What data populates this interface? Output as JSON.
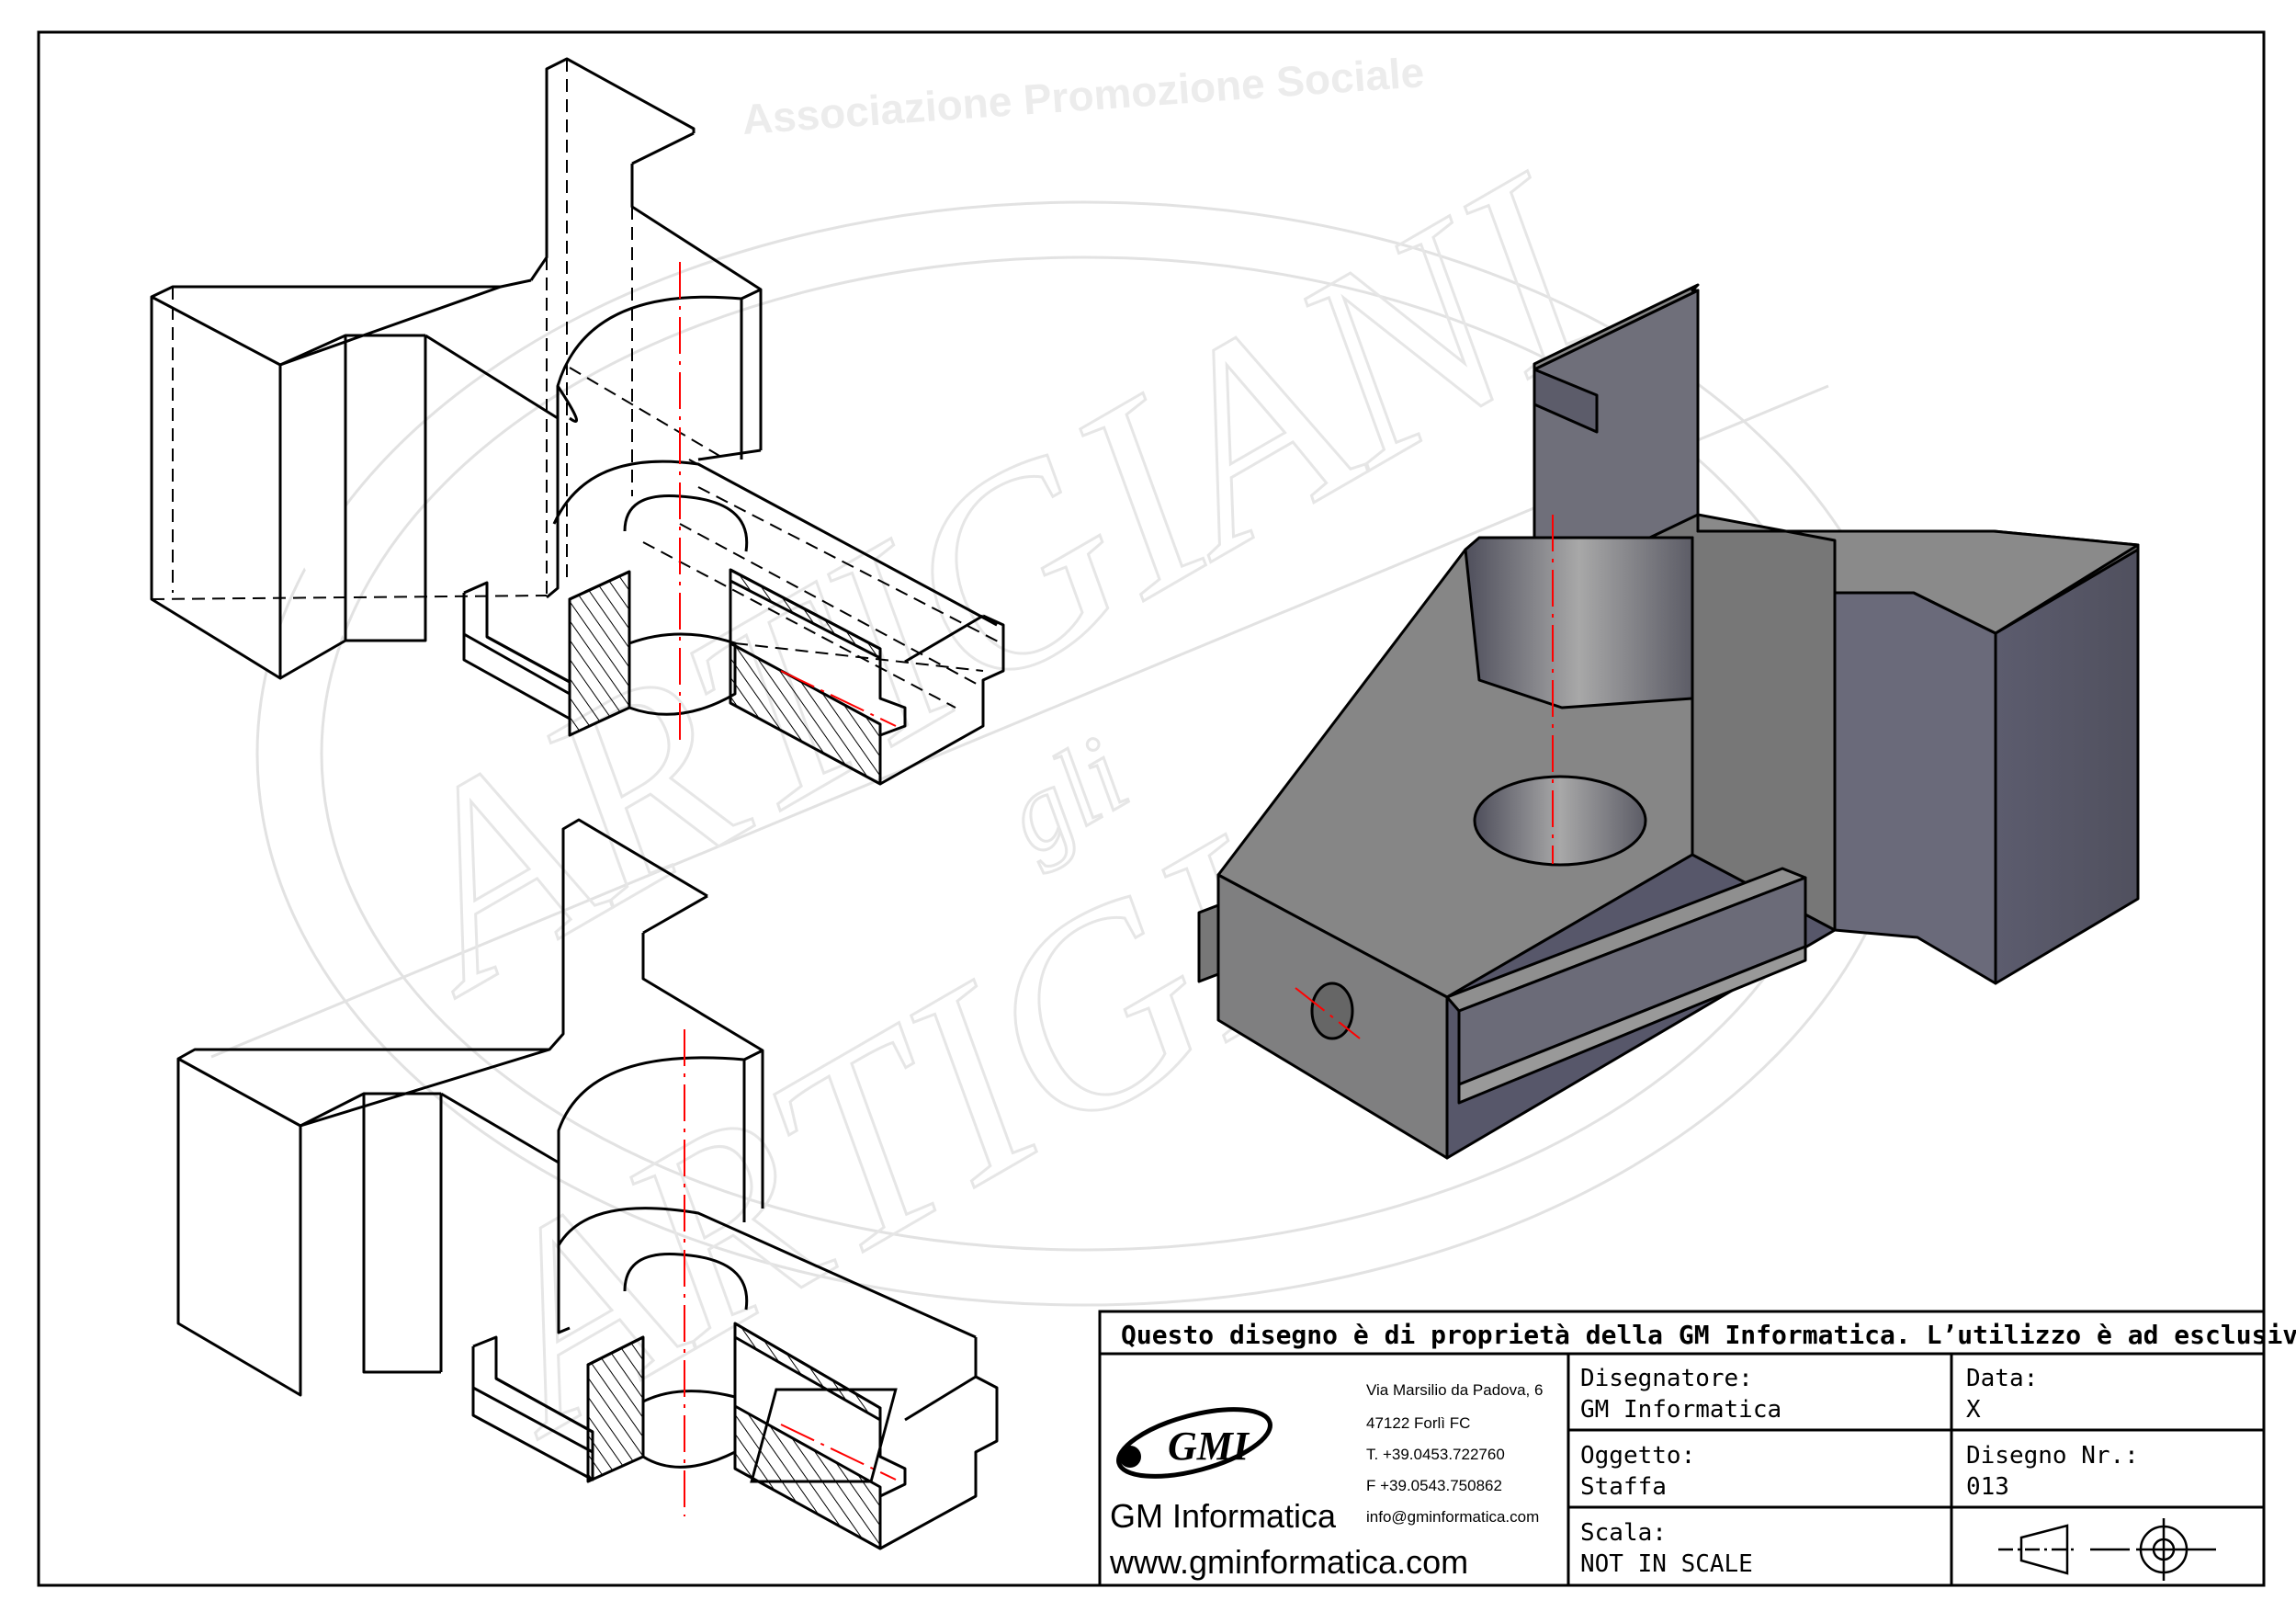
{
  "watermark": {
    "arc_text": "Associazione Promozione Sociale",
    "top_word": "ARTIGIANI",
    "middle_word": "gli",
    "bottom_word": "ARTIGIANI"
  },
  "title_block": {
    "notice": "Questo disegno è di proprietà della GM Informatica. L’utilizzo è ad esclusivo uso didattico.",
    "company": {
      "logo_text": "GMI",
      "name": "GM Informatica",
      "website": "www.gminformatica.com",
      "address_lines": [
        "Via Marsilio da Padova, 6",
        "47122  Forlì  FC",
        "T. +39.0453.722760",
        "F +39.0543.750862",
        "info@gminformatica.com"
      ]
    },
    "fields": {
      "designer_label": "Disegnatore:",
      "designer_value": "GM  Informatica",
      "date_label": "Data:",
      "date_value": "X",
      "object_label": "Oggetto:",
      "object_value": "Staffa",
      "drawing_no_label": "Disegno  Nr.:",
      "drawing_no_value": "013",
      "scale_label": "Scala:",
      "scale_value": "NOT  IN  SCALE"
    },
    "projection_symbol": "first-angle-projection-icon"
  },
  "colors": {
    "line": "#000000",
    "axis": "#ff0000",
    "solid_top": "#838383",
    "solid_front": "#7c7c7e",
    "solid_side": "#54546a",
    "watermark": "#e4e4e4"
  }
}
